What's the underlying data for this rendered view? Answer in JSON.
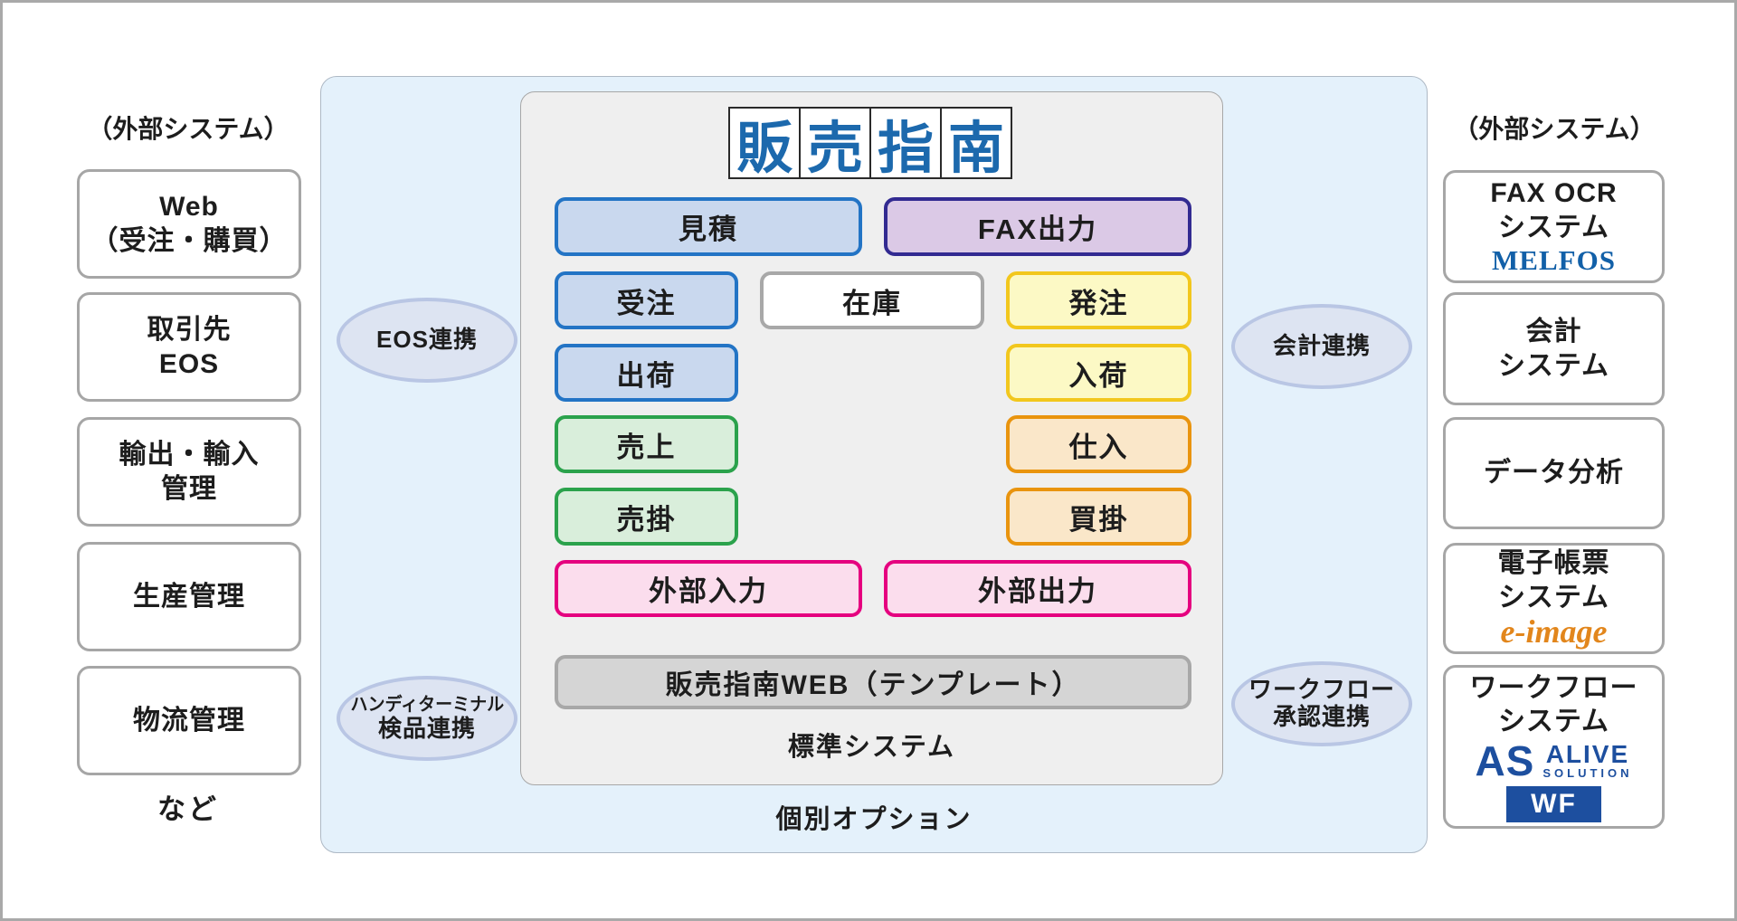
{
  "colors": {
    "panel_blue": "#e4f1fb",
    "panel_gray": "#efefef",
    "module_blue_fill": "#c9d8ee",
    "module_blue_border": "#2374c5",
    "fax_fill": "#dbc9e6",
    "fax_border": "#322a91",
    "stock_border": "#a8a8a8",
    "yellow_fill": "#fcf9c5",
    "yellow_border": "#f2c71d",
    "green_fill": "#d9eedb",
    "green_border": "#2ba24c",
    "orange_fill": "#fae7c9",
    "orange_border": "#e9940e",
    "pink_fill": "#fbdded",
    "pink_border": "#e5007f",
    "title_blue": "#1c69ad",
    "melfos_blue": "#1260a8",
    "eimage_orange": "#e2861c",
    "alive_blue": "#1d4f9f",
    "ellipse_fill": "#dde4f2",
    "ellipse_border": "#b9c6e4"
  },
  "left_panel": {
    "heading": "（外部システム）",
    "boxes": [
      {
        "line1": "Web",
        "line2": "（受注・購買）"
      },
      {
        "line1": "取引先",
        "line2": "EOS"
      },
      {
        "line1": "輸出・輸入",
        "line2": "管理"
      },
      {
        "line1": "生産管理"
      },
      {
        "line1": "物流管理"
      }
    ],
    "footer": "など"
  },
  "right_panel": {
    "heading": "（外部システム）",
    "boxes": [
      {
        "line1": "FAX OCR",
        "line2": "システム",
        "brand": "MELFOS"
      },
      {
        "line1": "会計",
        "line2": "システム"
      },
      {
        "line1": "データ分析"
      },
      {
        "line1": "電子帳票",
        "line2": "システム",
        "brand": "e-image"
      },
      {
        "line1": "ワークフロー",
        "line2": "システム",
        "logo_as": "AS",
        "logo_alive": "ALIVE",
        "logo_solution": "SOLUTION",
        "logo_wf": "WF"
      }
    ]
  },
  "center": {
    "title_chars": [
      "販",
      "売",
      "指",
      "南"
    ],
    "standard_label": "標準システム",
    "option_label": "個別オプション",
    "buttons": {
      "mitsumori": "見積",
      "fax_output": "FAX出力",
      "juchu": "受注",
      "zaiko": "在庫",
      "hatchu": "発注",
      "shukka": "出荷",
      "nyuka": "入荷",
      "uriage": "売上",
      "shiire": "仕入",
      "urikake": "売掛",
      "kaikake": "買掛",
      "gaibu_nyuryoku": "外部入力",
      "gaibu_shutsuryoku": "外部出力",
      "web_template": "販売指南WEB（テンプレート）"
    }
  },
  "connectors": {
    "eos": {
      "line1": "EOS連携"
    },
    "handy": {
      "line1": "ハンディターミナル",
      "line2": "検品連携"
    },
    "kaikei": {
      "line1": "会計連携"
    },
    "workflow": {
      "line1": "ワークフロー",
      "line2": "承認連携"
    }
  }
}
